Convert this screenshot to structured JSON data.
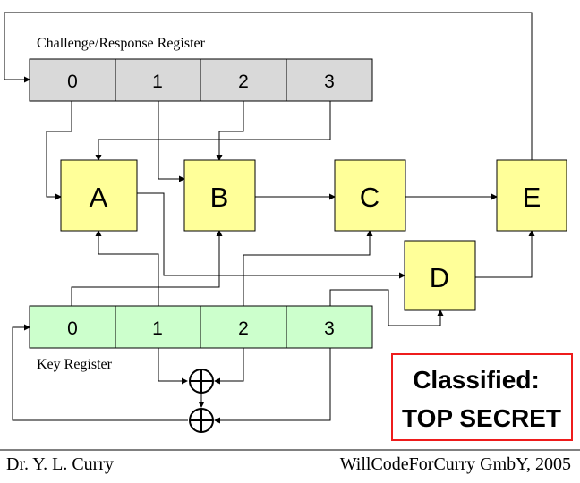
{
  "challenge_register": {
    "label": "Challenge/Response Register",
    "cells": [
      "0",
      "1",
      "2",
      "3"
    ],
    "color": "#d9d9d9"
  },
  "key_register": {
    "label": "Key Register",
    "cells": [
      "0",
      "1",
      "2",
      "3"
    ],
    "color": "#ccffcc"
  },
  "blocks": {
    "A": "A",
    "B": "B",
    "C": "C",
    "D": "D",
    "E": "E",
    "color": "#ffff99"
  },
  "xor_symbol": "⊕",
  "stamp": {
    "line1": "Classified:",
    "line2": "TOP SECRET",
    "border_color": "#ee1c1c"
  },
  "footer": {
    "author": "Dr. Y. L. Curry",
    "copyright": "WillCodeForCurry GmbY, 2005"
  }
}
